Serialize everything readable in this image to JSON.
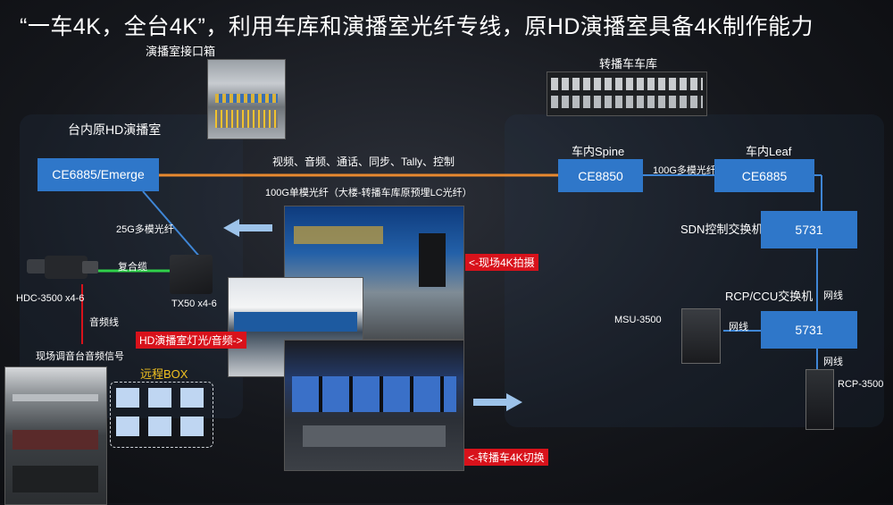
{
  "title": "“一车4K，全台4K”，利用车库和演播室光纤专线，原HD演播室具备4K制作能力",
  "studio_interface_box": "演播室接口箱",
  "truck_garage": "转播车车库",
  "studio_panel_title": "台内原HD演播室",
  "ce6885_emerge": "CE6885/Emerge",
  "signals_label": "视频、音频、通话、同步、Tally、控制",
  "fiber_100g_sm": "100G单模光纤（大楼-转播车库原预埋LC光纤）",
  "fiber_25g_mm": "25G多模光纤",
  "composite_cable": "复合缆",
  "hdc_camera": "HDC-3500 x4-6",
  "tx50": "TX50 x4-6",
  "audio_cable": "音频线",
  "onsite_audio": "现场调音台音频信号",
  "remote_box": "远程BOX",
  "spine_label": "车内Spine",
  "spine_box": "CE8850",
  "fiber_100g_mm": "100G多模光纤",
  "leaf_label": "车内Leaf",
  "leaf_box": "CE6885",
  "sdn_switch": "SDN控制交换机",
  "sdn_box": "5731",
  "rcp_ccu_switch": "RCP/CCU交换机",
  "network_cable_1": "网线",
  "msu": "MSU-3500",
  "network_cable_2": "网线",
  "rcp_box": "5731",
  "network_cable_3": "网线",
  "rcp3500": "RCP-3500",
  "tag_onsite_4k": "<-现场4K拍摄",
  "tag_hd_studio": "HD演播室灯光/音频->",
  "tag_truck_switch": "<-转播车4K切换",
  "colors": {
    "box": "#2f77c9",
    "orange_line": "#e8892f",
    "blue_line": "#3f86d6",
    "green_line": "#2fd04a",
    "red_line": "#d8121b",
    "red_tag": "#d8121b"
  }
}
